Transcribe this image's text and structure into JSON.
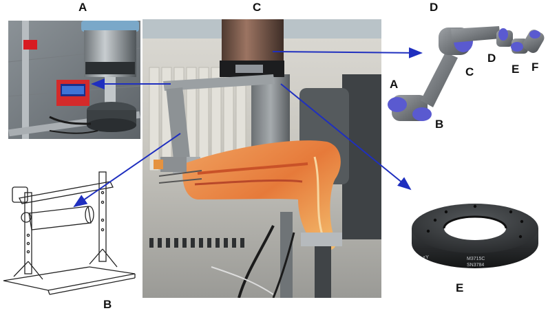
{
  "panel_labels": {
    "a": "A",
    "b": "B",
    "c": "C",
    "d": "D",
    "e": "E"
  },
  "robot_joint_labels": {
    "a": "A",
    "b": "B",
    "c": "C",
    "d": "D",
    "e": "E",
    "f": "F"
  },
  "sensor_text": {
    "line1": "M3715C",
    "line2": "SN3784",
    "axis_mark": "+Y"
  },
  "arrow_color": "#1f2fbf",
  "robot_accent_color": "#5a5ad0"
}
